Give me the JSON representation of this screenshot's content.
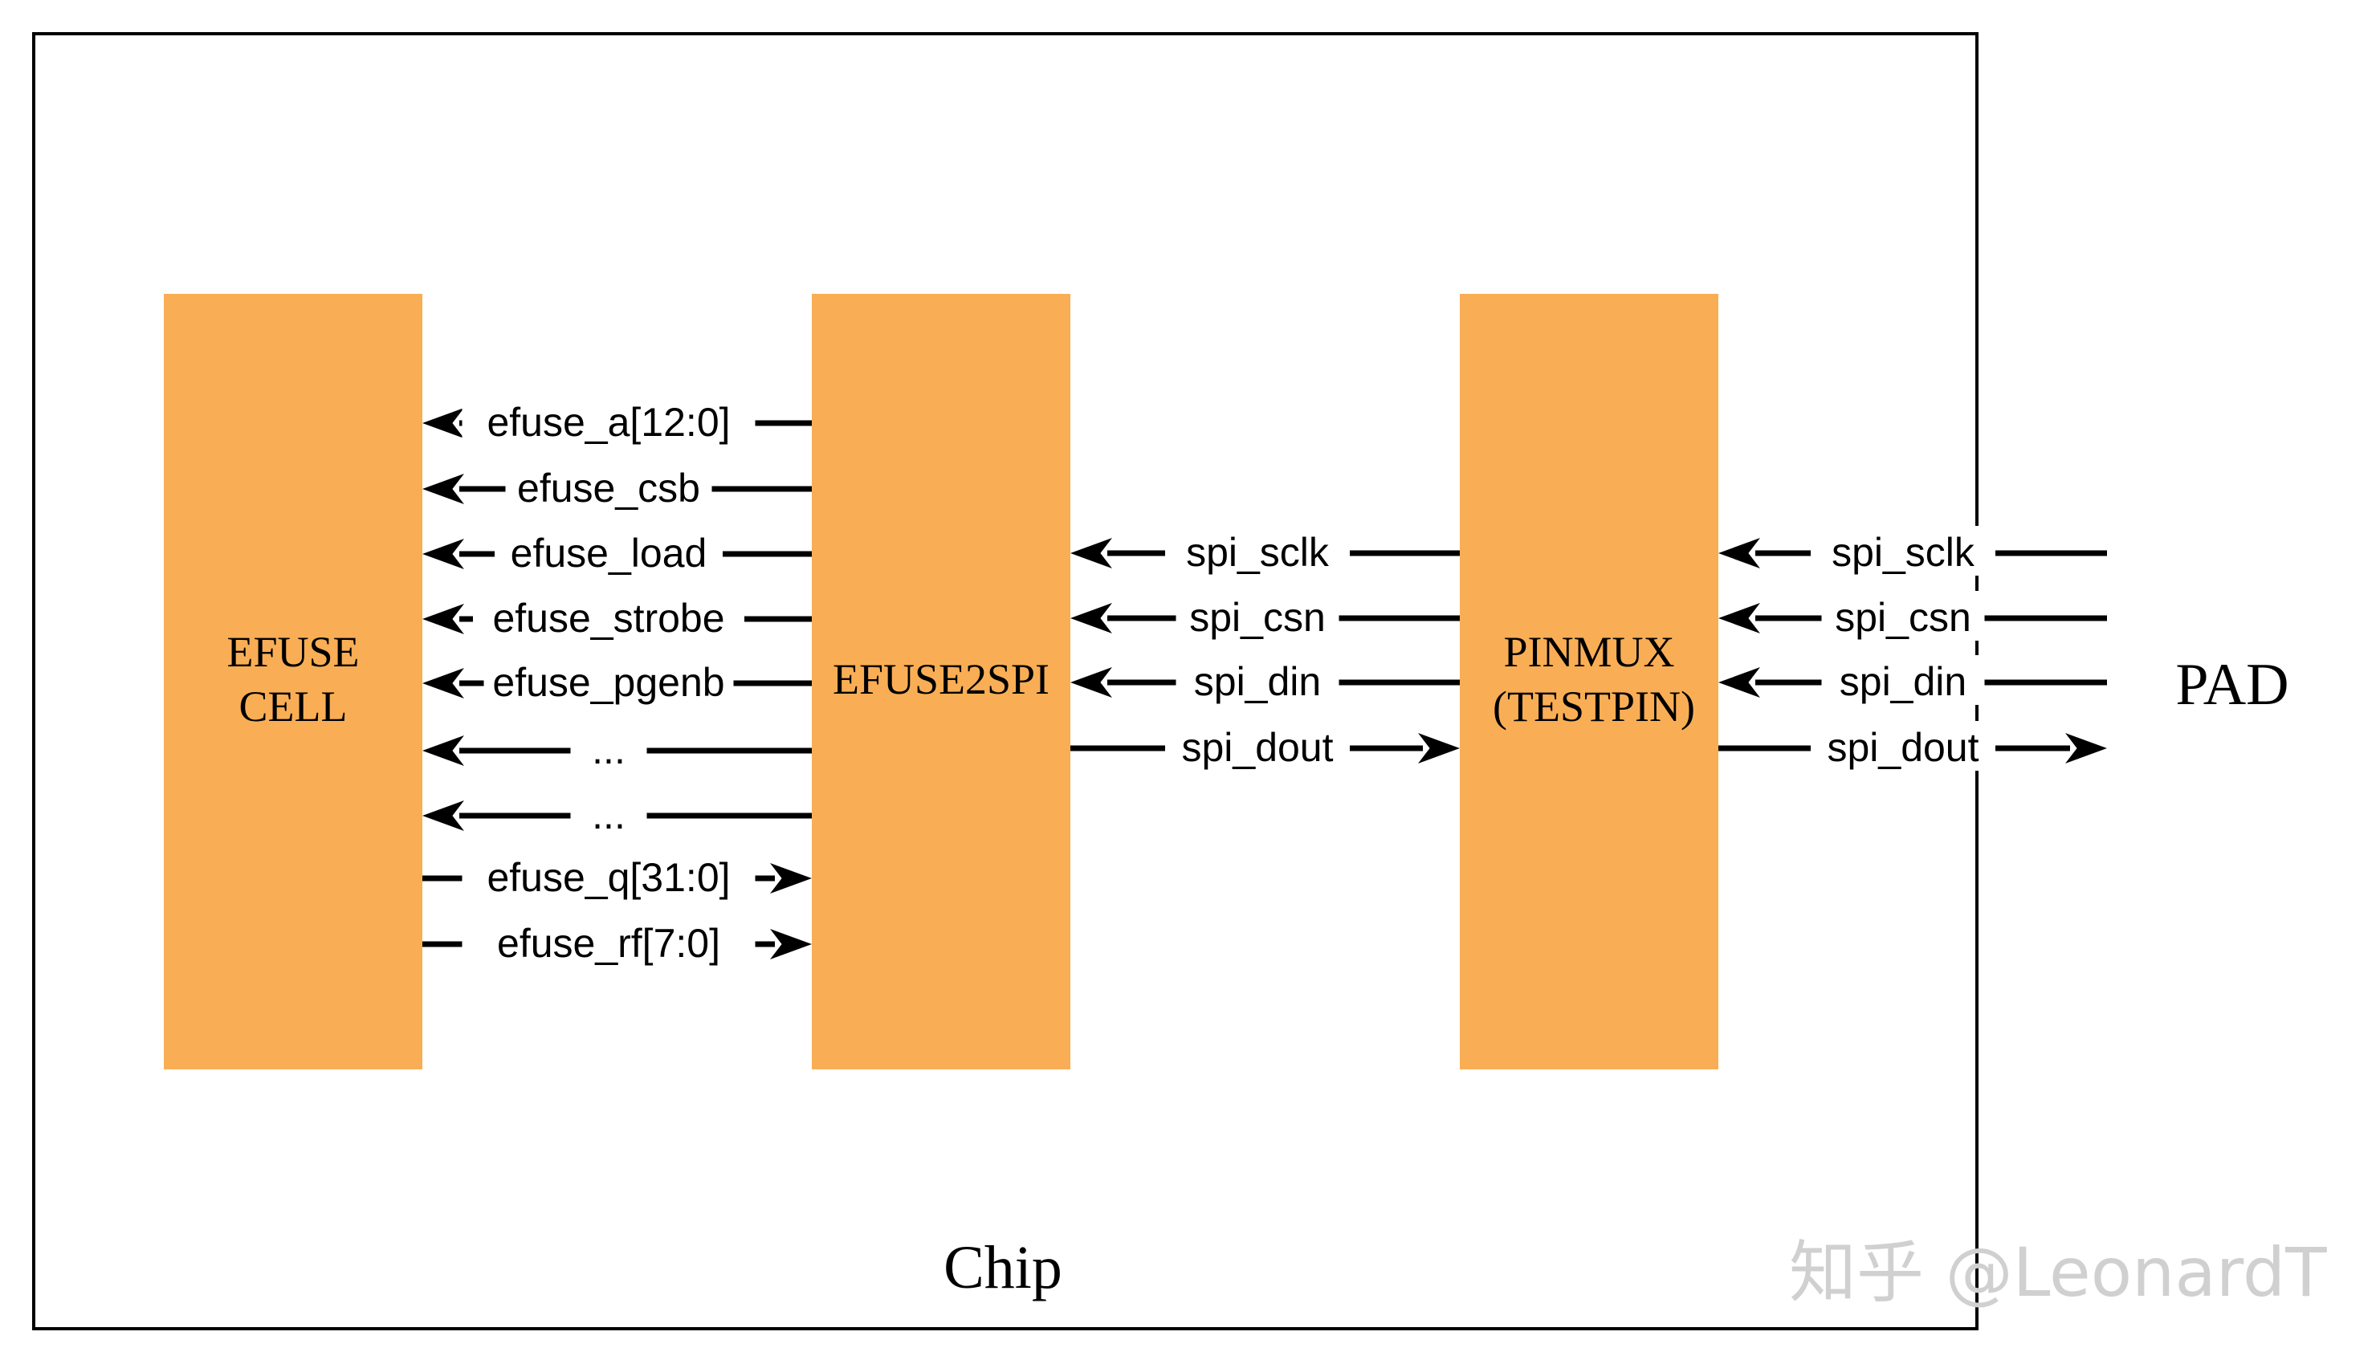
{
  "diagram": {
    "container_label": "Chip",
    "pad_label": "PAD",
    "watermark": "知乎 @LeonardT",
    "colors": {
      "block_fill": "#F9AE55",
      "line": "#000000",
      "background": "#FFFFFF"
    },
    "blocks": [
      {
        "id": "efuse-cell",
        "lines": [
          "EFUSE",
          "CELL"
        ]
      },
      {
        "id": "efuse2spi",
        "lines": [
          "EFUSE2SPI"
        ]
      },
      {
        "id": "pinmux",
        "lines": [
          "PINMUX",
          "(TESTPIN)"
        ]
      }
    ],
    "efuse_signals": [
      {
        "label": "efuse_a[12:0]",
        "direction": "to-efuse-cell"
      },
      {
        "label": "efuse_csb",
        "direction": "to-efuse-cell"
      },
      {
        "label": "efuse_load",
        "direction": "to-efuse-cell"
      },
      {
        "label": "efuse_strobe",
        "direction": "to-efuse-cell"
      },
      {
        "label": "efuse_pgenb",
        "direction": "to-efuse-cell"
      },
      {
        "label": "...",
        "direction": "to-efuse-cell"
      },
      {
        "label": "...",
        "direction": "to-efuse-cell"
      },
      {
        "label": "efuse_q[31:0]",
        "direction": "to-efuse2spi"
      },
      {
        "label": "efuse_rf[7:0]",
        "direction": "to-efuse2spi"
      }
    ],
    "spi_internal_signals": [
      {
        "label": "spi_sclk",
        "direction": "to-efuse2spi"
      },
      {
        "label": "spi_csn",
        "direction": "to-efuse2spi"
      },
      {
        "label": "spi_din",
        "direction": "to-efuse2spi"
      },
      {
        "label": "spi_dout",
        "direction": "to-pinmux"
      }
    ],
    "spi_pad_signals": [
      {
        "label": "spi_sclk",
        "direction": "to-pinmux"
      },
      {
        "label": "spi_csn",
        "direction": "to-pinmux"
      },
      {
        "label": "spi_din",
        "direction": "to-pinmux"
      },
      {
        "label": "spi_dout",
        "direction": "to-pad"
      }
    ]
  }
}
